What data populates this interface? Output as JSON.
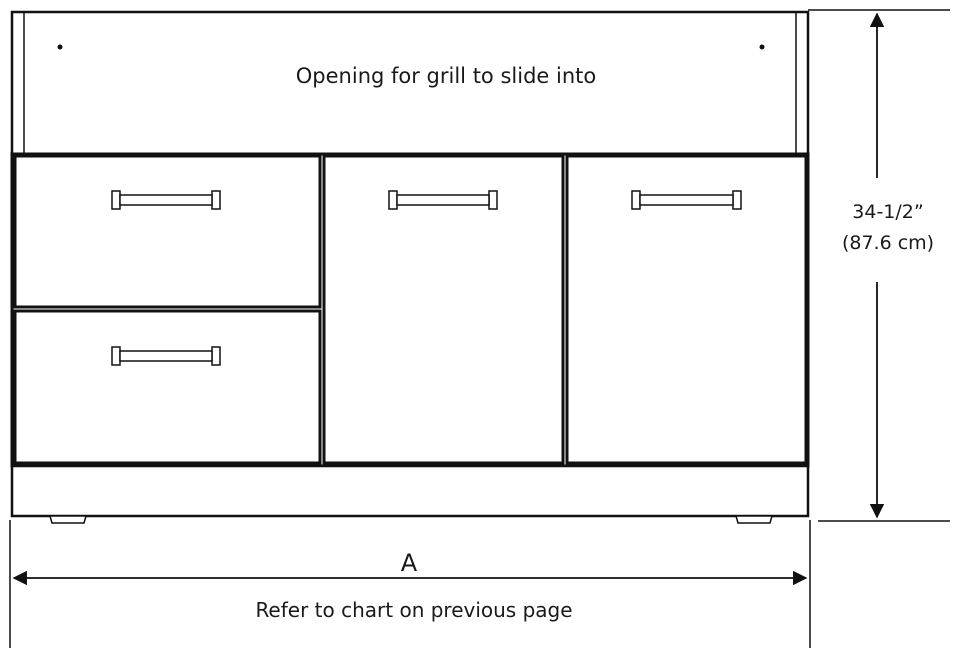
{
  "diagram": {
    "opening_label": "Opening for grill to slide into",
    "height_label_line1": "34-1/2”",
    "height_label_line2": "(87.6 cm)",
    "width_label": "A",
    "width_note": "Refer to chart on previous page"
  },
  "colors": {
    "stroke": "#111111",
    "background": "#ffffff"
  }
}
